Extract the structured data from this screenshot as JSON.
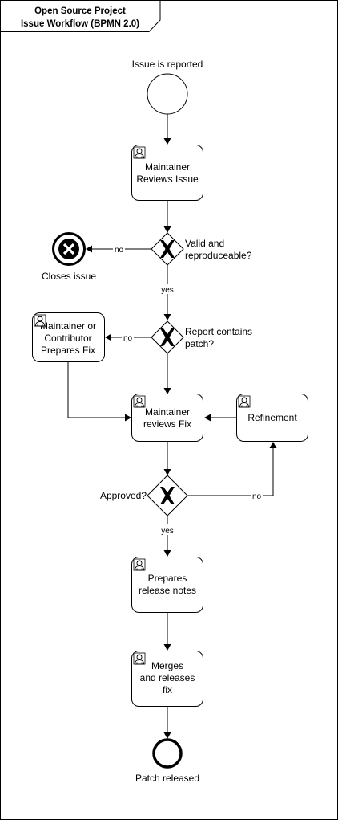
{
  "title": {
    "line1": "Open Source Project",
    "line2": "Issue Workflow (BPMN 2.0)"
  },
  "events": {
    "start": "Issue is reported",
    "closes": "Closes issue",
    "end": "Patch released"
  },
  "tasks": {
    "maintainer_reviews_issue": [
      "Maintainer",
      "Reviews Issue"
    ],
    "prepares_fix": [
      "Maintainer or",
      "Contributor",
      "Prepares Fix"
    ],
    "maintainer_reviews_fix": [
      "Maintainer",
      "reviews Fix"
    ],
    "refinement": [
      "Refinement"
    ],
    "release_notes": [
      "Prepares",
      "release notes"
    ],
    "merges": [
      "Merges",
      "and releases",
      "fix"
    ]
  },
  "gateways": {
    "valid": [
      "Valid and",
      "reproduceable?"
    ],
    "patch": [
      "Report contains",
      "patch?"
    ],
    "approved": "Approved?"
  },
  "flow_labels": {
    "no": "no",
    "yes": "yes"
  },
  "icons": [
    "user-icon",
    "exclusive-gateway-x-icon",
    "terminate-x-icon"
  ]
}
